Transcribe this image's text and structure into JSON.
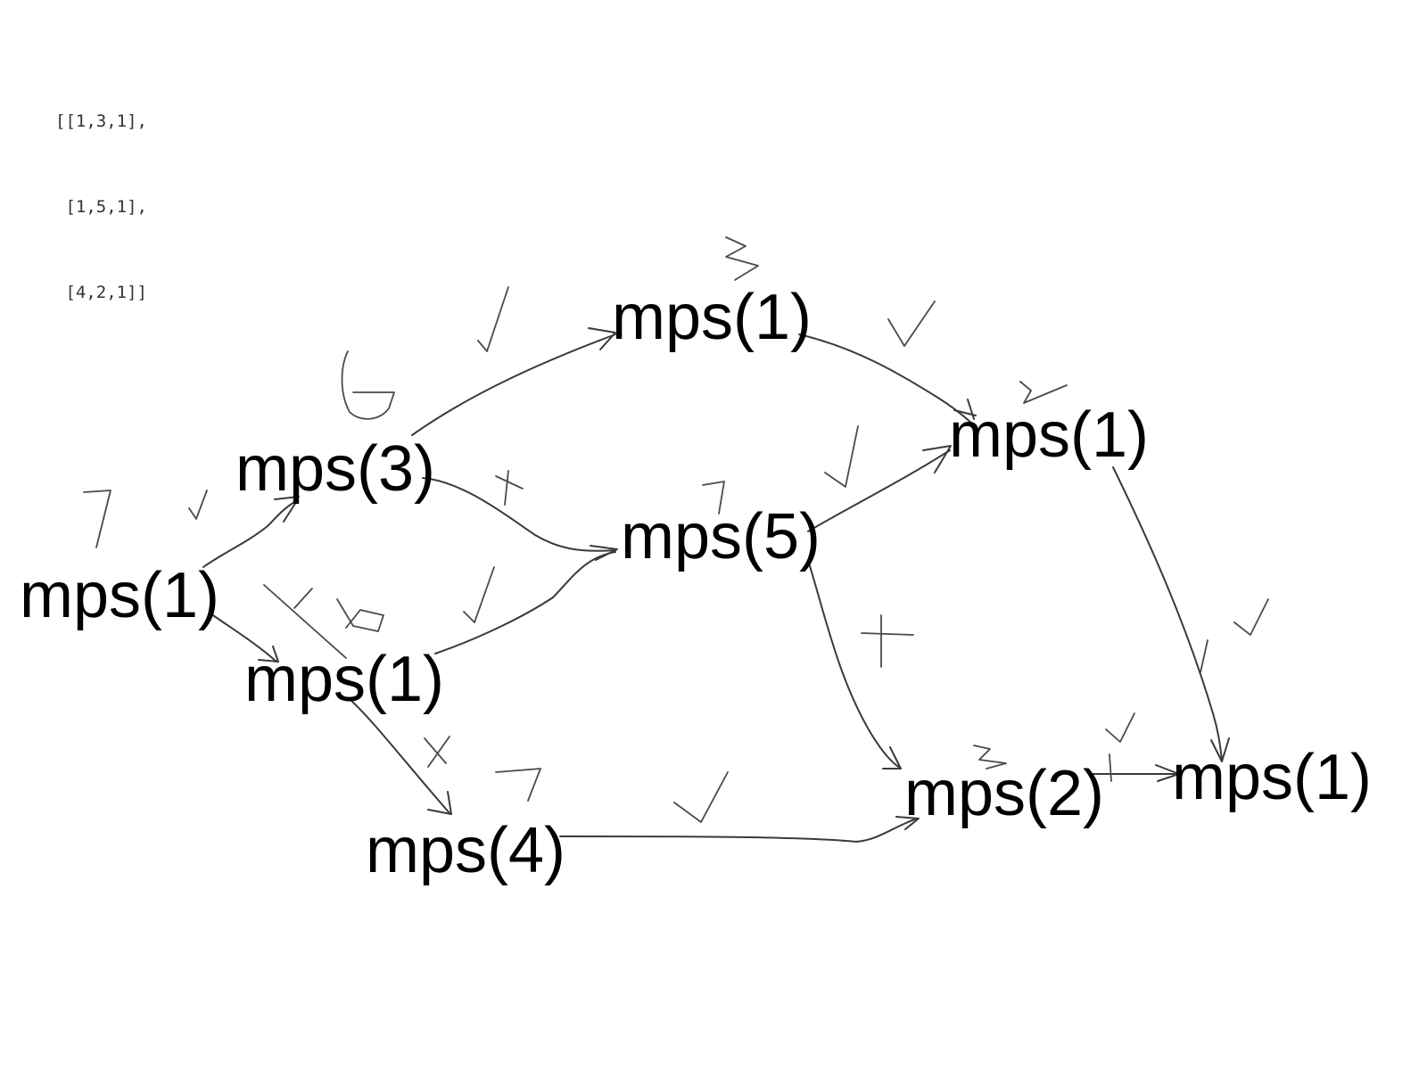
{
  "matrix": {
    "rows": [
      "[[1,3,1],",
      " [1,5,1],",
      " [4,2,1]]"
    ]
  },
  "nodes": {
    "start": "mps(1)",
    "mid_top": "mps(3)",
    "mid_bottom": "mps(1)",
    "top": "mps(1)",
    "center": "mps(5)",
    "bottom": "mps(4)",
    "right_top": "mps(1)",
    "right_bottom": "mps(2)",
    "end": "mps(1)"
  },
  "colors": {
    "ink": "#3a3a3a",
    "text": "#000000",
    "background": "#ffffff"
  }
}
